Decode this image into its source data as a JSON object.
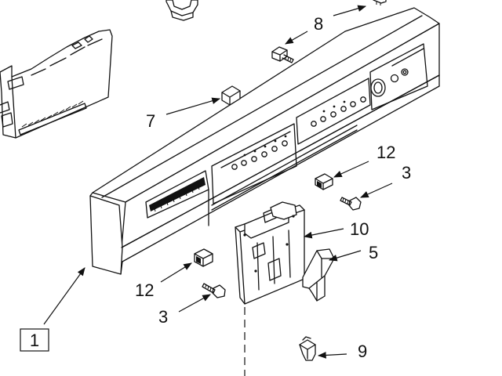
{
  "diagram": {
    "callouts": [
      {
        "id": "c1",
        "text": "1",
        "boxed": true
      },
      {
        "id": "c3a",
        "text": "3"
      },
      {
        "id": "c3b",
        "text": "3"
      },
      {
        "id": "c5",
        "text": "5"
      },
      {
        "id": "c7",
        "text": "7"
      },
      {
        "id": "c8",
        "text": "8"
      },
      {
        "id": "c9",
        "text": "9"
      },
      {
        "id": "c10",
        "text": "10"
      },
      {
        "id": "c12a",
        "text": "12"
      },
      {
        "id": "c12b",
        "text": "12"
      }
    ]
  }
}
